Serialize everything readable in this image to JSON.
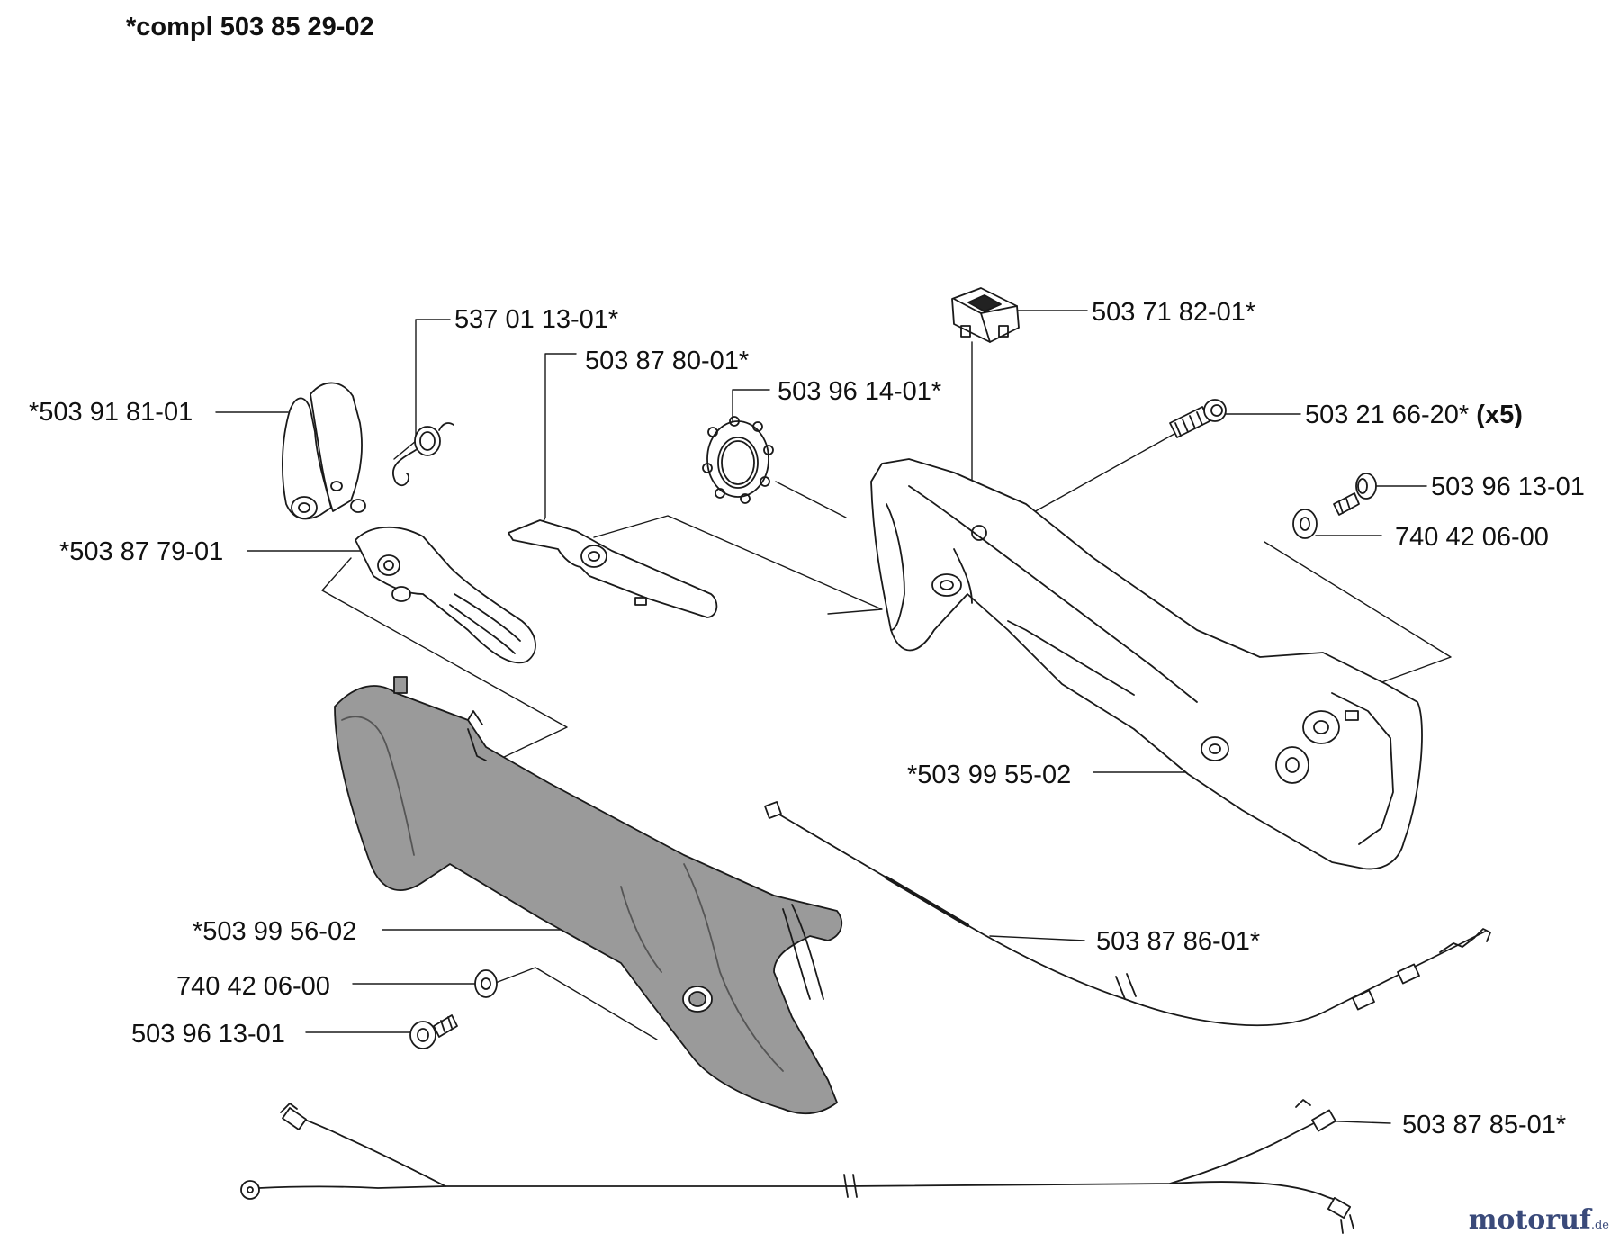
{
  "title": "*compl 503 85 29-02",
  "labels": {
    "p537011301": "537 01 13-01*",
    "p503878001": "503 87 80-01*",
    "p503961401": "503 96 14-01*",
    "p503718201": "503 71 82-01*",
    "p503216620": "503 21 66-20*",
    "p503216620_qty": "(x5)",
    "p503961301_right": "503 96 13-01",
    "p740420600_right": "740 42 06-00",
    "p503918101": "*503 91 81-01",
    "p503877901": "*503 87 79-01",
    "p503995502": "*503 99 55-02",
    "p503995602": "*503 99 56-02",
    "p740420600_left": "740 42 06-00",
    "p503961301_left": "503 96 13-01",
    "p503878601": "503 87 86-01*",
    "p503878501": "503 87 85-01*"
  },
  "watermark": {
    "brand": "motoruf",
    "tld": ".de",
    "colors": {
      "main": "#3a4a7a",
      "accent": "#e08a1e"
    }
  },
  "colors": {
    "line": "#1a1a1a",
    "part_light": "#ffffff",
    "part_dark": "#9a9a9a"
  }
}
